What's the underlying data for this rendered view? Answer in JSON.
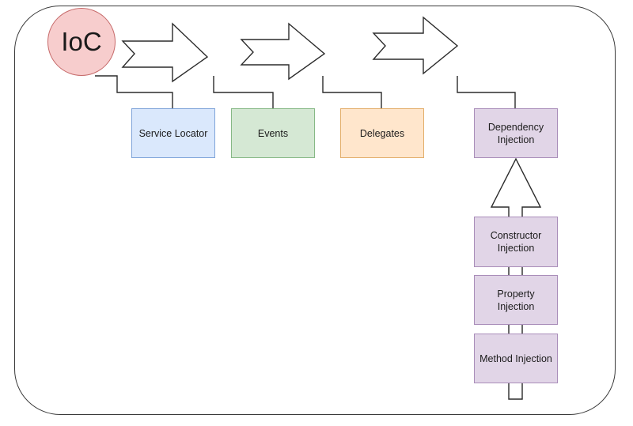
{
  "diagram": {
    "root": {
      "label": "IoC"
    },
    "patterns": [
      {
        "label": "Service Locator"
      },
      {
        "label": "Events"
      },
      {
        "label": "Delegates"
      },
      {
        "label": "Dependency Injection"
      }
    ],
    "injection_types": [
      {
        "label": "Constructor Injection"
      },
      {
        "label": "Property Injection"
      },
      {
        "label": "Method Injection"
      }
    ],
    "colors": {
      "root_fill": "#f7cdcd",
      "service_locator": "#dae8fc",
      "events": "#d5e8d4",
      "delegates": "#ffe6cc",
      "dependency_injection": "#e1d5e7"
    }
  }
}
